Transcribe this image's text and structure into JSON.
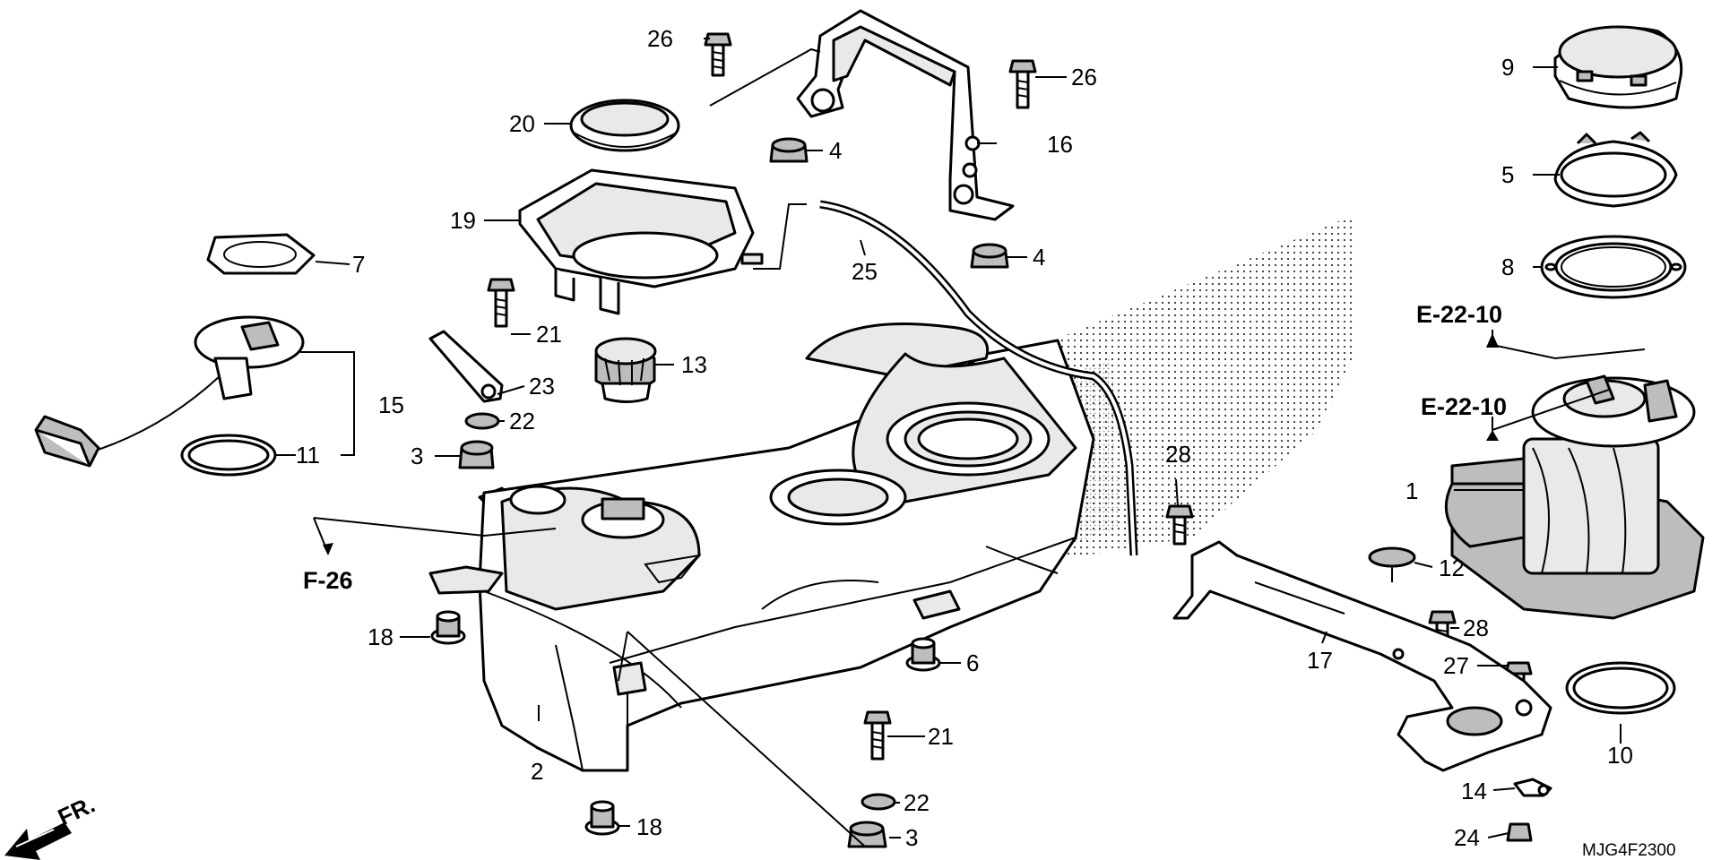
{
  "diagram": {
    "code": "MJG4F2300",
    "front_indicator": "FR.",
    "references": [
      "E-22-10",
      "E-22-10",
      "F-26"
    ],
    "callouts": [
      {
        "id": "c1",
        "number": "1"
      },
      {
        "id": "c2",
        "number": "2"
      },
      {
        "id": "c3a",
        "number": "3"
      },
      {
        "id": "c3b",
        "number": "3"
      },
      {
        "id": "c4a",
        "number": "4"
      },
      {
        "id": "c4b",
        "number": "4"
      },
      {
        "id": "c5",
        "number": "5"
      },
      {
        "id": "c6",
        "number": "6"
      },
      {
        "id": "c7",
        "number": "7"
      },
      {
        "id": "c8",
        "number": "8"
      },
      {
        "id": "c9",
        "number": "9"
      },
      {
        "id": "c10",
        "number": "10"
      },
      {
        "id": "c11",
        "number": "11"
      },
      {
        "id": "c12",
        "number": "12"
      },
      {
        "id": "c13",
        "number": "13"
      },
      {
        "id": "c14",
        "number": "14"
      },
      {
        "id": "c15",
        "number": "15"
      },
      {
        "id": "c16",
        "number": "16"
      },
      {
        "id": "c17",
        "number": "17"
      },
      {
        "id": "c18a",
        "number": "18"
      },
      {
        "id": "c18b",
        "number": "18"
      },
      {
        "id": "c19",
        "number": "19"
      },
      {
        "id": "c20",
        "number": "20"
      },
      {
        "id": "c21a",
        "number": "21"
      },
      {
        "id": "c21b",
        "number": "21"
      },
      {
        "id": "c22a",
        "number": "22"
      },
      {
        "id": "c22b",
        "number": "22"
      },
      {
        "id": "c23",
        "number": "23"
      },
      {
        "id": "c24",
        "number": "24"
      },
      {
        "id": "c25",
        "number": "25"
      },
      {
        "id": "c26a",
        "number": "26"
      },
      {
        "id": "c26b",
        "number": "26"
      },
      {
        "id": "c27",
        "number": "27"
      },
      {
        "id": "c28a",
        "number": "28"
      },
      {
        "id": "c28b",
        "number": "28"
      }
    ]
  }
}
